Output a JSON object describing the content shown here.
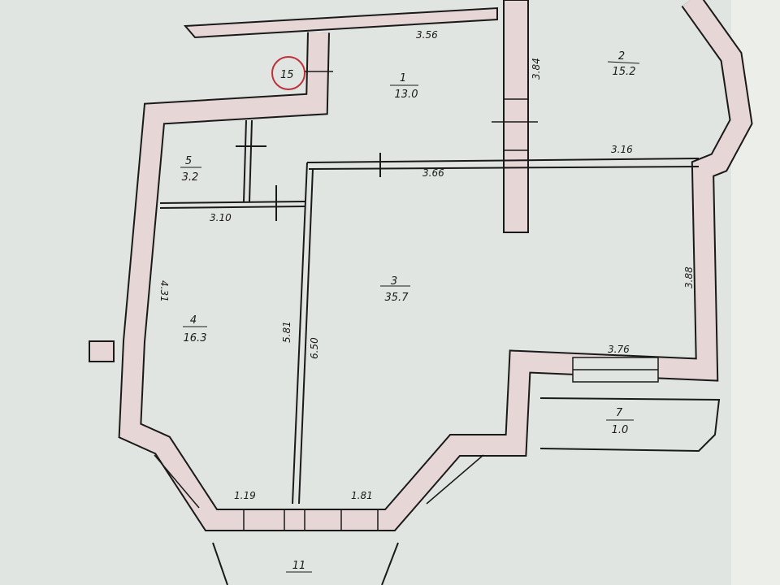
{
  "plan": {
    "marker": "15",
    "rooms": [
      {
        "number": "1",
        "area": "13.0"
      },
      {
        "number": "2",
        "area": "15.2"
      },
      {
        "number": "3",
        "area": "35.7"
      },
      {
        "number": "4",
        "area": "16.3"
      },
      {
        "number": "5",
        "area": "3.2"
      },
      {
        "number": "7",
        "area": "1.0"
      },
      {
        "number": "11",
        "area": ""
      }
    ],
    "dimensions": {
      "top_room1": "3.56",
      "wall_1_2": "3.84",
      "room2_bottom": "3.16",
      "room3_top": "3.66",
      "room4_top": "3.10",
      "room4_left": "4.31",
      "room4_right": "5.81",
      "room3_left": "6.50",
      "room3_right": "3.88",
      "room3_bottom_right": "3.76",
      "bay_left": "1.19",
      "bay_right": "1.81"
    },
    "colors": {
      "paper": "#dfe3df",
      "wall": "#e6d6d6",
      "ink": "#1a1a1a",
      "marker": "#c0303a"
    }
  }
}
